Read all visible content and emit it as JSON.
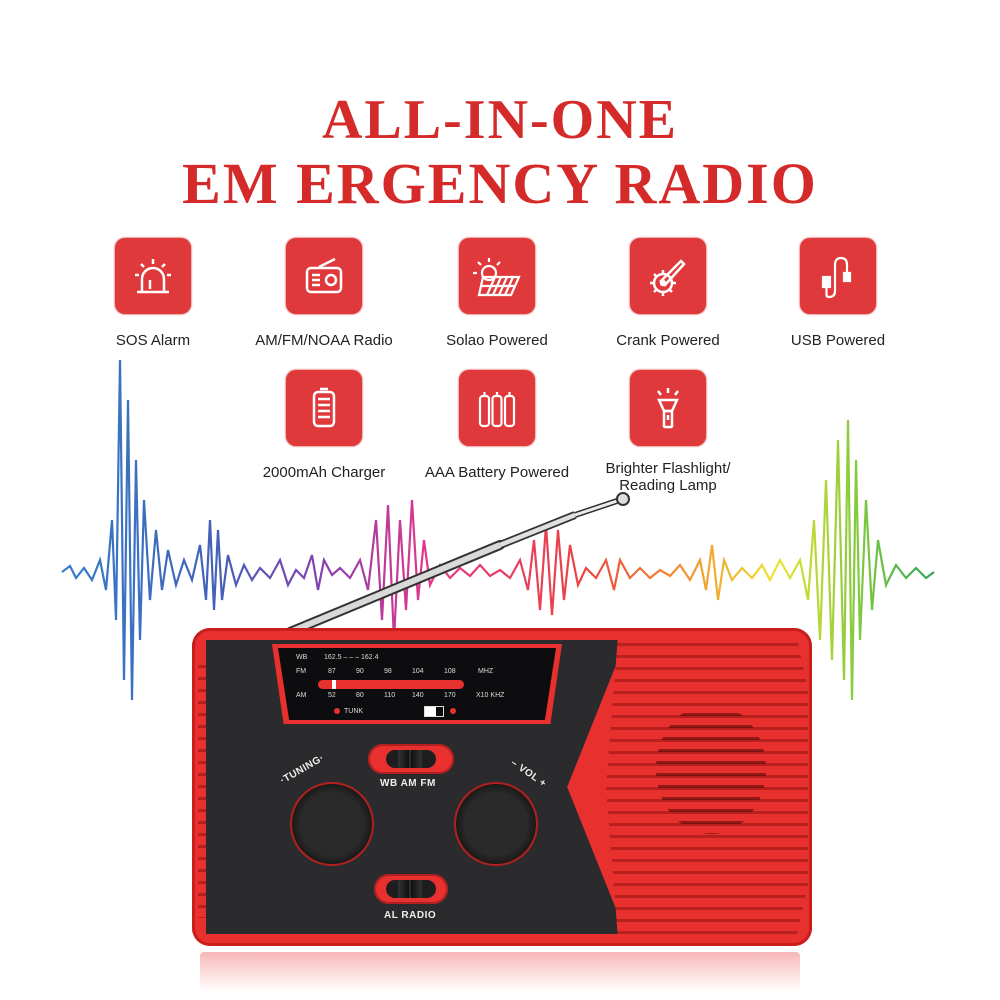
{
  "header": {
    "title_line1": "ALL-IN-ONE",
    "title_line2": "EM ERGENCY RADIO"
  },
  "colors": {
    "brand_red": "#d42a2a",
    "icon_red": "#e0393b",
    "radio_red": "#e8312e",
    "panel_dark": "#2b2b2d"
  },
  "features": [
    {
      "label": "SOS Alarm",
      "icon": "siren-icon"
    },
    {
      "label": "AM/FM/NOAA Radio",
      "icon": "radio-icon"
    },
    {
      "label": "Solao Powered",
      "icon": "solar-panel-icon"
    },
    {
      "label": "Crank Powered",
      "icon": "hand-crank-icon"
    },
    {
      "label": "USB Powered",
      "icon": "usb-cable-icon"
    },
    {
      "label": "2000mAh Charger",
      "icon": "battery-icon"
    },
    {
      "label": "AAA Battery Powered",
      "icon": "aaa-batteries-icon"
    },
    {
      "label": "Brighter Flashlight/",
      "label2": "Reading Lamp",
      "icon": "flashlight-icon"
    }
  ],
  "radio": {
    "display": {
      "wb_label": "WB",
      "wb_scale": "162.5  –  –  –  162.4",
      "fm_label": "FM",
      "fm_ticks": [
        "87",
        "90",
        "98",
        "104",
        "108"
      ],
      "fm_unit": "MHZ",
      "am_label": "AM",
      "am_ticks": [
        "52",
        "80",
        "110",
        "140",
        "170"
      ],
      "am_unit": "X10 KHZ",
      "tune_indicator": "TUNK"
    },
    "band_switch_label": "WB AM FM",
    "tuning_label": "·TUNING·",
    "volume_label": "–  VOL +",
    "mode_switch_label": "AL   RADIO"
  }
}
